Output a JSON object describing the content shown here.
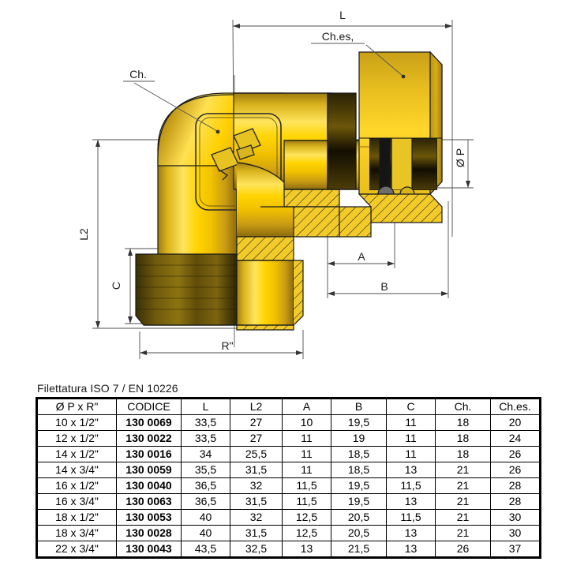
{
  "drawing": {
    "title": "brass-90-degree-elbow-compression-fitting-technical-drawing",
    "dimension_labels": {
      "overall_length": "L",
      "overall_height": "L2",
      "thread_length": "C",
      "thread_designation": "R\"",
      "dim_a": "A",
      "dim_b": "B",
      "diameter_p": "Ø P"
    },
    "callouts": {
      "hex_body": "Ch.",
      "hex_nut": "Ch.es,"
    },
    "colors": {
      "brass_light": "#ffd700",
      "brass_mid": "#e8c020",
      "brass_dark": "#8a6f10",
      "brass_shadow": "#4a3a08",
      "outline": "#1a1a1a",
      "dimension_line": "#555555",
      "seal_black": "#1c1c1c"
    }
  },
  "table": {
    "caption": "Filettatura ISO 7 / EN 10226",
    "headers": [
      "Ø P x R\"",
      "CODICE",
      "L",
      "L2",
      "A",
      "B",
      "C",
      "Ch.",
      "Ch.es."
    ],
    "rows": [
      [
        "10 x 1/2\"",
        "130 0069",
        "33,5",
        "27",
        "10",
        "19,5",
        "11",
        "18",
        "20"
      ],
      [
        "12 x 1/2\"",
        "130 0022",
        "33,5",
        "27",
        "11",
        "19",
        "11",
        "18",
        "24"
      ],
      [
        "14 x 1/2\"",
        "130 0016",
        "34",
        "25,5",
        "11",
        "18,5",
        "11",
        "18",
        "26"
      ],
      [
        "14 x 3/4\"",
        "130 0059",
        "35,5",
        "31,5",
        "11",
        "18,5",
        "13",
        "21",
        "26"
      ],
      [
        "16 x 1/2\"",
        "130 0040",
        "36,5",
        "32",
        "11,5",
        "19,5",
        "11,5",
        "21",
        "28"
      ],
      [
        "16 x 3/4\"",
        "130 0063",
        "36,5",
        "31,5",
        "11,5",
        "19,5",
        "13",
        "21",
        "28"
      ],
      [
        "18 x 1/2\"",
        "130 0053",
        "40",
        "32",
        "12,5",
        "20,5",
        "11,5",
        "21",
        "30"
      ],
      [
        "18 x 3/4\"",
        "130 0028",
        "40",
        "31,5",
        "12,5",
        "20,5",
        "13",
        "21",
        "30"
      ],
      [
        "22 x 3/4\"",
        "130 0043",
        "43,5",
        "32,5",
        "13",
        "21,5",
        "13",
        "26",
        "37"
      ]
    ]
  }
}
